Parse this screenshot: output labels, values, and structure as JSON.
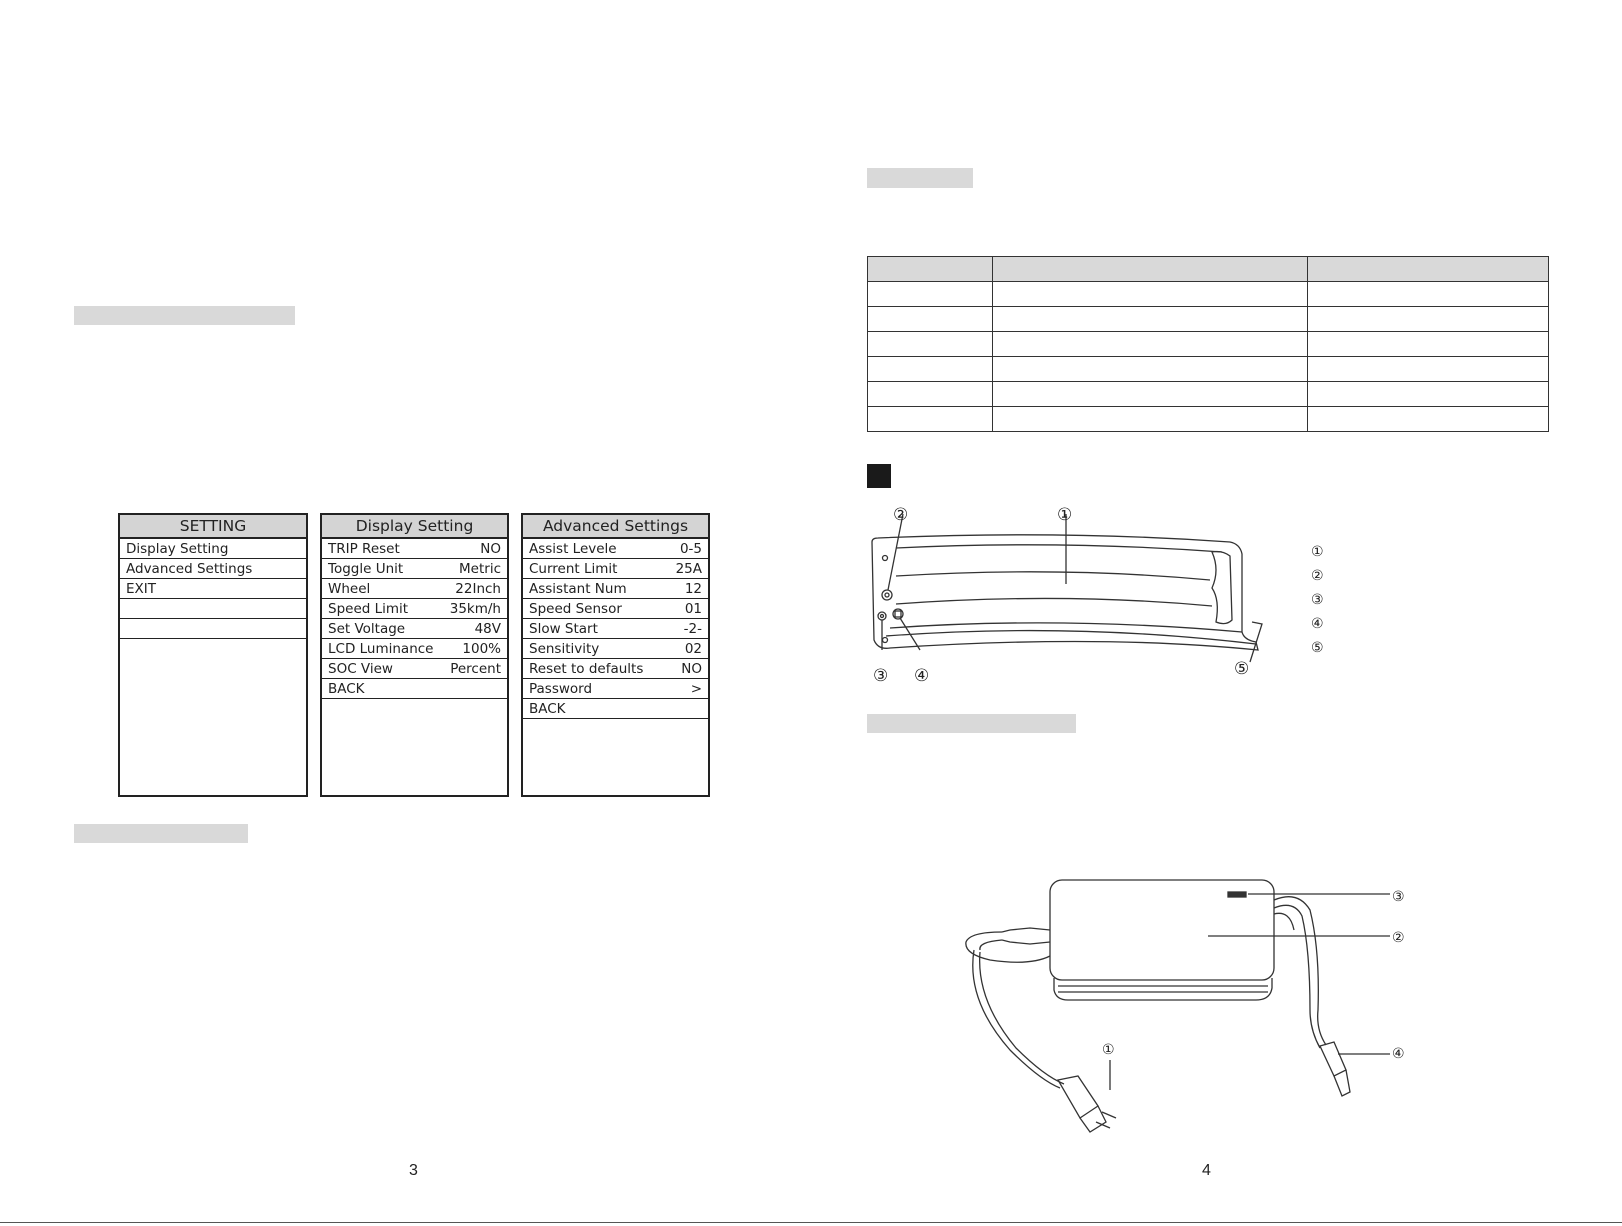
{
  "setting_menu": {
    "title": "SETTING",
    "items": [
      "Display Setting",
      "Advanced Settings",
      "EXIT",
      "",
      ""
    ]
  },
  "display_menu": {
    "title": "Display Setting",
    "rows": [
      {
        "label": "TRIP Reset",
        "value": "NO"
      },
      {
        "label": "Toggle Unit",
        "value": "Metric"
      },
      {
        "label": "Wheel",
        "value": "22Inch"
      },
      {
        "label": "Speed Limit",
        "value": "35km/h"
      },
      {
        "label": "Set Voltage",
        "value": "48V"
      },
      {
        "label": "LCD Luminance",
        "value": "100%"
      },
      {
        "label": "SOC View",
        "value": "Percent"
      },
      {
        "label": "BACK",
        "value": ""
      }
    ]
  },
  "advanced_menu": {
    "title": "Advanced Settings",
    "rows": [
      {
        "label": "Assist Levele",
        "value": "0-5"
      },
      {
        "label": "Current Limit",
        "value": "25A"
      },
      {
        "label": "Assistant Num",
        "value": "12"
      },
      {
        "label": "Speed Sensor",
        "value": "01"
      },
      {
        "label": "Slow Start",
        "value": "-2-"
      },
      {
        "label": "Sensitivity",
        "value": "02"
      },
      {
        "label": "Reset to defaults",
        "value": "NO"
      },
      {
        "label": "Password",
        "value": ">"
      },
      {
        "label": "BACK",
        "value": ""
      }
    ]
  },
  "battery_callouts": {
    "c1": "①",
    "c2": "②",
    "c3": "③",
    "c4": "④",
    "c5": "⑤"
  },
  "battery_legend": [
    "①",
    "②",
    "③",
    "④",
    "⑤"
  ],
  "charger_callouts": {
    "c1": "①",
    "c2": "②",
    "c3": "③",
    "c4": "④"
  },
  "page_numbers": {
    "left": "3",
    "right": "4"
  },
  "colors": {
    "redaction_gray": "#d9d9d9",
    "table_header_gray": "#d9d9d9",
    "menu_header_gray": "#d4d4d4"
  }
}
